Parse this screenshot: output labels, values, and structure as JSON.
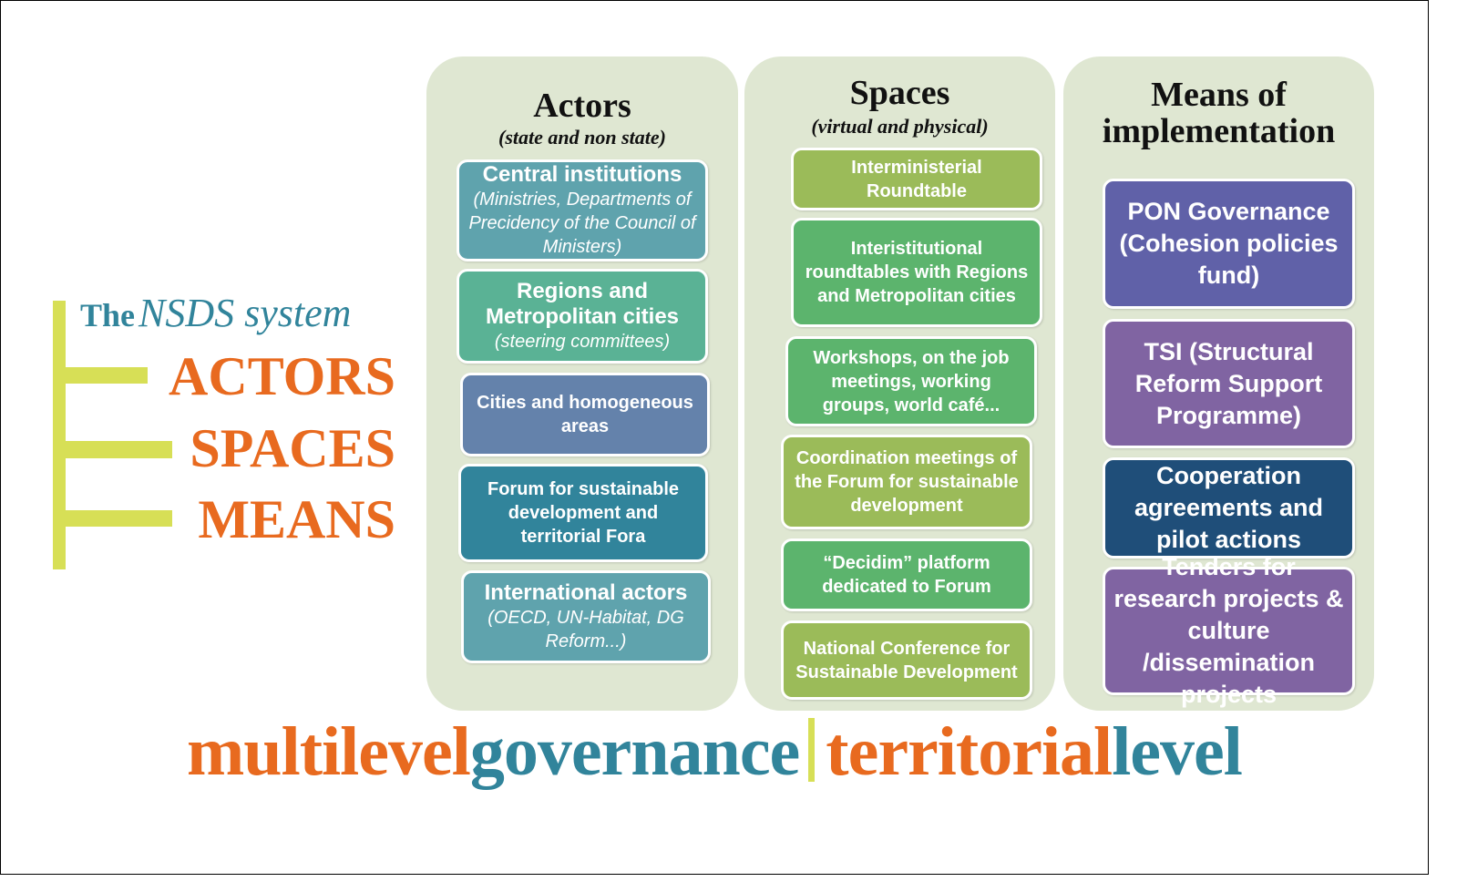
{
  "left": {
    "the": "The",
    "nsds": "NSDS system",
    "items": [
      "ACTORS",
      "SPACES",
      "MEANS"
    ]
  },
  "actors": {
    "title": "Actors",
    "subtitle": "(state and non state)",
    "boxes": [
      {
        "main": "Central institutions",
        "sub": "(Ministries, Departments of Precidency of the Council of Ministers)",
        "color": "#5fa3ad"
      },
      {
        "main": "Regions and Metropolitan cities",
        "sub": "(steering committees)",
        "color": "#5ab295"
      },
      {
        "main": "Cities and homogeneous areas",
        "color": "#6482ab"
      },
      {
        "main": "Forum for sustainable development and territorial Fora",
        "color": "#31849b"
      },
      {
        "main": "International actors",
        "sub": "(OECD, UN-Habitat, DG Reform...)",
        "color": "#5fa3ad"
      }
    ]
  },
  "spaces": {
    "title": "Spaces",
    "subtitle": "(virtual and physical)",
    "boxes": [
      {
        "main": "Interministerial Roundtable",
        "color": "#9bbb59"
      },
      {
        "main": "Interistitutional roundtables with Regions and Metropolitan cities",
        "color": "#5cb46d"
      },
      {
        "main": "Workshops, on the job meetings, working groups, world café...",
        "color": "#5cb46d"
      },
      {
        "main": "Coordination meetings of the Forum for sustainable development",
        "color": "#9bbb59"
      },
      {
        "main": "“Decidim” platform dedicated to Forum",
        "color": "#5cb46d"
      },
      {
        "main": "National Conference for Sustainable Development",
        "color": "#9bbb59"
      }
    ]
  },
  "means": {
    "title": "Means of implementation",
    "boxes": [
      {
        "main": "PON Governance (Cohesion policies fund)",
        "color": "#6061a8"
      },
      {
        "main": "TSI (Structural Reform Support Programme)",
        "color": "#8064a2"
      },
      {
        "main": "Cooperation agreements and pilot actions",
        "color": "#1f4e79"
      },
      {
        "main": "Tenders for research projects & culture /dissemination projects",
        "color": "#8064a2"
      }
    ]
  },
  "footer": {
    "w1": "multilevel",
    "w2": "governance",
    "sep": "|",
    "w3": "territorial",
    "w4": "level"
  }
}
